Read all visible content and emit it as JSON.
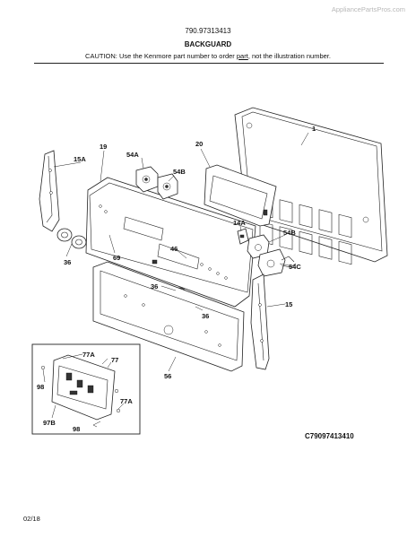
{
  "header": {
    "watermark": "AppliancePartsPros.com",
    "model_number": "790.97313413",
    "section_title": "BACKGUARD",
    "caution_prefix": "CAUTION: Use the Kenmore part number to order ",
    "caution_underlined": "part",
    "caution_suffix": ", not the illustration number."
  },
  "diagram": {
    "labels": {
      "l1": "1",
      "l15a": "15A",
      "l19": "19",
      "l20": "20",
      "l54a": "54A",
      "l54b_top": "54B",
      "l14a": "14A",
      "l54b_right": "54B",
      "l54c": "54C",
      "l46": "46",
      "l69": "69",
      "l36_left": "36",
      "l36_mid": "36",
      "l36_right": "36",
      "l15": "15",
      "l56": "56",
      "l77a_top": "77A",
      "l77": "77",
      "l98_top": "98",
      "l97b": "97B",
      "l77a_bottom": "77A",
      "l98_bottom": "98"
    }
  },
  "footer": {
    "figure_code": "C79097413410",
    "date": "02/18"
  }
}
